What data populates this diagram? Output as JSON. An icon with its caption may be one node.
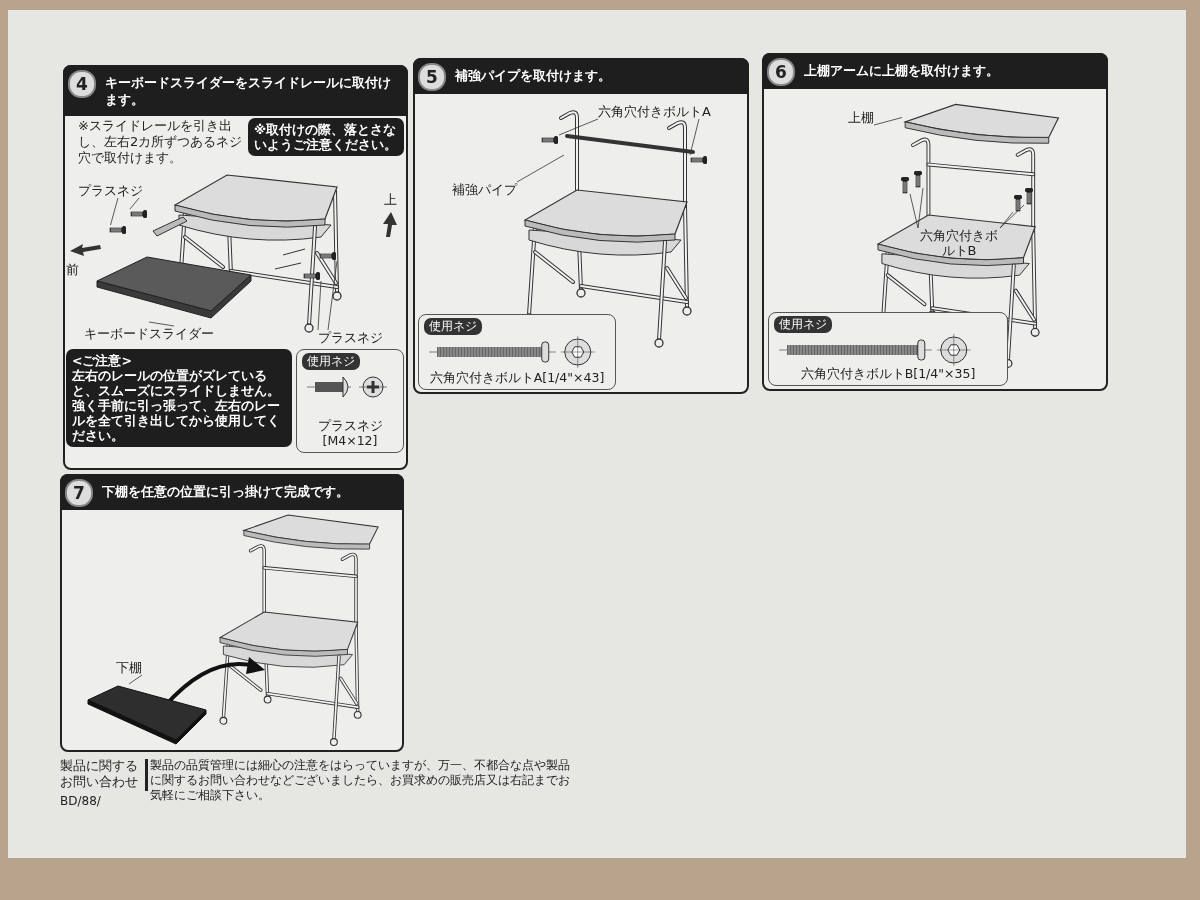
{
  "diagram": {
    "nodes": [
      {
        "text": [
          "4",
          "キーボードスライダーをスライドレールに取付けます。"
        ]
      },
      {
        "text": [
          "※取付けの際、落とさないようご注意ください。"
        ],
        "in": 0
      },
      {
        "text": [
          "<ご注意>",
          "左右のレールの位置がズレていると、スムーズにスライドしません。強く手前に引っ張って、左右のレールを全て引き出してから使用してください。"
        ],
        "in": 0
      },
      {
        "text": [
          "使用ネジ",
          "プラスネジ[M4×12]"
        ],
        "in": 0
      },
      {
        "text": [
          "プラスネジ"
        ],
        "in": 0
      },
      {
        "text": [
          "プラスネジ"
        ],
        "in": 0
      },
      {
        "text": [
          "キーボードスライダー"
        ],
        "in": 0
      },
      {
        "text": [
          "5",
          "補強パイプを取付けます。"
        ]
      },
      {
        "text": [
          "六角穴付きボルトA"
        ],
        "in": 7
      },
      {
        "text": [
          "補強パイプ"
        ],
        "in": 7
      },
      {
        "text": [
          "使用ネジ",
          "六角穴付きボルトA[1/4\"×43]"
        ],
        "in": 7
      },
      {
        "text": [
          "6",
          "上棚アームに上棚を取付けます。"
        ]
      },
      {
        "text": [
          "上棚"
        ],
        "in": 11
      },
      {
        "text": [
          "六角穴付きボルトB"
        ],
        "in": 11
      },
      {
        "text": [
          "使用ネジ",
          "六角穴付きボルトB[1/4\"×35]"
        ],
        "in": 11
      },
      {
        "text": [
          "7",
          "下棚を任意の位置に引っ掛けて完成です。"
        ]
      },
      {
        "text": [
          "下棚"
        ],
        "in": 15
      },
      {
        "text": [],
        "shape": "picture",
        "in": 0
      },
      {
        "text": [],
        "shape": "picture",
        "in": 0
      },
      {
        "text": [],
        "shape": "picture",
        "in": 0
      },
      {
        "text": [],
        "shape": "picture",
        "in": 0
      },
      {
        "text": [],
        "shape": "picture",
        "in": 0
      },
      {
        "text": [],
        "shape": "picture",
        "in": 7
      },
      {
        "text": [],
        "shape": "picture",
        "in": 7
      },
      {
        "text": [],
        "shape": "bar",
        "in": 7
      },
      {
        "text": [],
        "shape": "picture",
        "in": 11
      },
      {
        "text": [],
        "shape": "picture",
        "in": 11
      },
      {
        "text": [],
        "shape": "picture",
        "in": 11
      },
      {
        "text": [],
        "shape": "picture",
        "in": 11
      },
      {
        "text": [],
        "shape": "picture",
        "in": 11
      },
      {
        "text": [],
        "shape": "picture",
        "in": 15
      }
    ],
    "edges": [
      {
        "from": 4,
        "to": 17,
        "arrow": "none"
      },
      {
        "from": 4,
        "to": 18,
        "arrow": "none"
      },
      {
        "from": 5,
        "to": 19,
        "arrow": "none"
      },
      {
        "from": 5,
        "to": 20,
        "arrow": "none"
      },
      {
        "from": 6,
        "to": 21,
        "arrow": "none"
      },
      {
        "from": 8,
        "to": 22,
        "arrow": "none"
      },
      {
        "from": 8,
        "to": 23,
        "arrow": "none"
      },
      {
        "from": 9,
        "to": 24,
        "arrow": "none"
      },
      {
        "from": 12,
        "to": 25,
        "arrow": "none"
      },
      {
        "from": 13,
        "to": 26,
        "arrow": "none"
      },
      {
        "from": 13,
        "to": 27,
        "arrow": "none"
      },
      {
        "from": 13,
        "to": 28,
        "arrow": "none"
      },
      {
        "from": 13,
        "to": 29,
        "arrow": "none"
      },
      {
        "from": 16,
        "to": 30,
        "arrow": "none"
      }
    ],
    "labels": [
      "※スライドレールを引き出し、左右2カ所ずつあるネジ穴で取付けます。",
      "上",
      "前",
      "製品に関するお問い合わせ",
      "製品の品質管理には細心の注意をはらっていますが、万一、不都合な点や製品に関するお問い合わせなどございましたら、お買求めの販売店又は右記までお気軽にご相談下さい。",
      "BD/88/"
    ]
  }
}
